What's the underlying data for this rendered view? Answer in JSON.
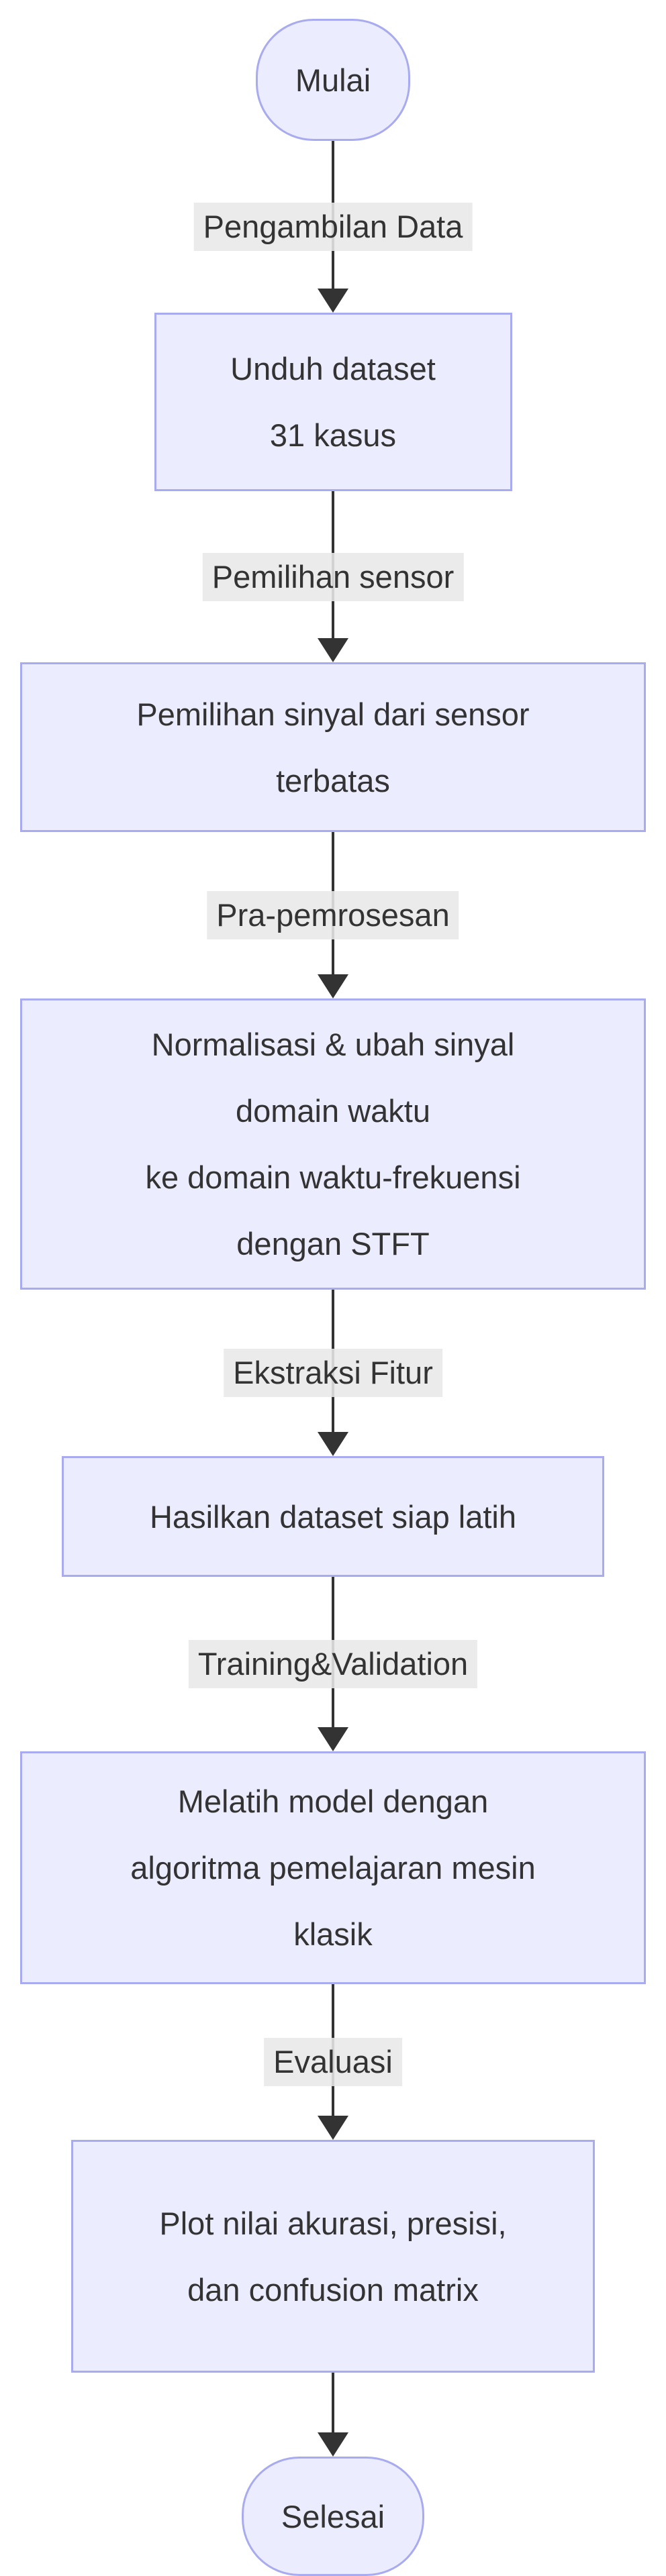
{
  "diagram": {
    "type": "flowchart",
    "direction": "top-down",
    "colors": {
      "node_fill": "#ECECFF",
      "node_border": "#A9ABF0",
      "edge_line": "#333333",
      "edge_label_bg": "#E8E8E8",
      "text": "#333333",
      "background": "#FFFFFF"
    }
  },
  "nodes": {
    "start": {
      "shape": "stadium",
      "label": "Mulai"
    },
    "download": {
      "shape": "rect",
      "line1": "Unduh dataset",
      "line2": "31 kasus"
    },
    "select": {
      "shape": "rect",
      "line1": "Pemilihan sinyal dari sensor",
      "line2": "terbatas"
    },
    "preprocess": {
      "shape": "rect",
      "line1": "Normalisasi & ubah sinyal",
      "line2": "domain waktu",
      "line3": "ke domain waktu-frekuensi",
      "line4": "dengan STFT"
    },
    "dataset": {
      "shape": "rect",
      "line1": "Hasilkan dataset siap latih"
    },
    "train": {
      "shape": "rect",
      "line1": "Melatih model dengan",
      "line2": "algoritma pemelajaran mesin",
      "line3": "klasik"
    },
    "plot": {
      "shape": "rect",
      "line1": "Plot nilai akurasi, presisi,",
      "line2": "dan confusion matrix"
    },
    "end": {
      "shape": "stadium",
      "label": "Selesai"
    }
  },
  "edges": {
    "data_acquisition": "Pengambilan Data",
    "sensor_selection": "Pemilihan sensor",
    "preprocessing": "Pra-pemrosesan",
    "feature_extraction": "Ekstraksi Fitur",
    "training_validation": "Training&Validation",
    "evaluation": "Evaluasi"
  }
}
